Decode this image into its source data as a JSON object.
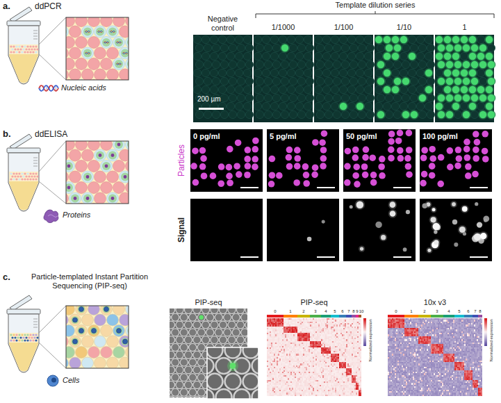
{
  "diagram": {
    "nodes": [
      {
        "text": [
          "0 pg/ml"
        ]
      },
      {
        "text": [
          "5 pg/ml"
        ]
      },
      {
        "text": [
          "50 pg/ml"
        ]
      },
      {
        "text": [
          "100 pg/ml"
        ]
      }
    ],
    "labels": [
      "a.",
      "ddPCR",
      "Nucleic acids",
      "Negative control",
      "Template dilution series",
      "1/1000",
      "1/100",
      "1/10",
      "1",
      "200 µm",
      "b.",
      "ddELISA",
      "Proteins",
      "Particles",
      "Signal",
      "c.",
      "Particle-templated Instant Partition Sequencing (PIP-seq)",
      "Cells",
      "PIP-seq",
      "PIP-seq",
      "10x v3",
      "0",
      "1",
      "2",
      "3",
      "4",
      "5",
      "6",
      "7",
      "8",
      "9",
      "10",
      "0",
      "1",
      "2",
      "3",
      "4",
      "5",
      "6",
      "7",
      "8",
      "Normalized expression",
      "Normalized expression"
    ]
  }
}
